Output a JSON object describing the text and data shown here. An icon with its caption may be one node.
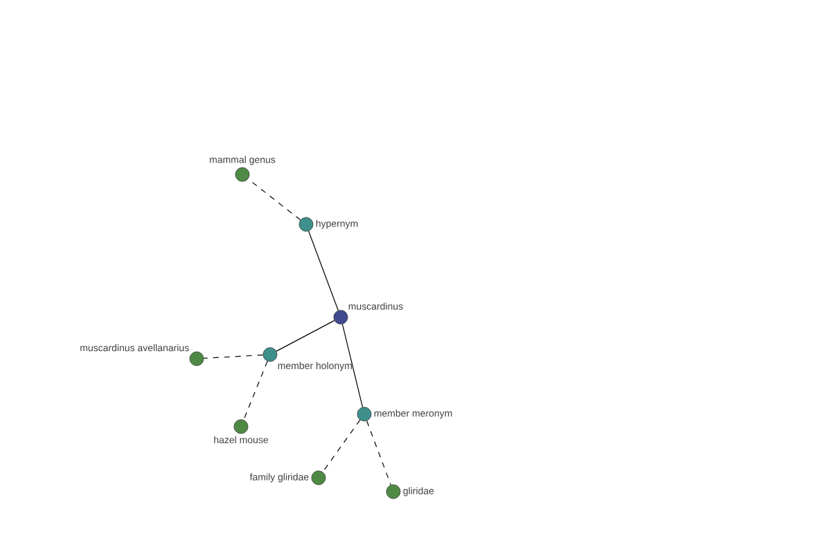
{
  "diagram": {
    "nodes": [
      {
        "text": [
          "mammal genus"
        ]
      },
      {
        "text": [
          "hypernym"
        ]
      },
      {
        "text": [
          "muscardinus"
        ]
      },
      {
        "text": [
          "muscardinus avellanarius"
        ]
      },
      {
        "text": [
          "member holonym"
        ]
      },
      {
        "text": [
          "hazel mouse"
        ]
      },
      {
        "text": [
          "member meronym"
        ]
      },
      {
        "text": [
          "family gliridae"
        ]
      },
      {
        "text": [
          "gliridae"
        ]
      }
    ],
    "edges": [
      {
        "from": 2,
        "to": 1,
        "arrow": "none"
      },
      {
        "from": 1,
        "to": 0,
        "arrow": "none",
        "style": "dashed"
      },
      {
        "from": 2,
        "to": 4,
        "arrow": "none"
      },
      {
        "from": 4,
        "to": 3,
        "arrow": "none",
        "style": "dashed"
      },
      {
        "from": 4,
        "to": 5,
        "arrow": "none",
        "style": "dashed"
      },
      {
        "from": 2,
        "to": 6,
        "arrow": "none"
      },
      {
        "from": 6,
        "to": 7,
        "arrow": "none",
        "style": "dashed"
      },
      {
        "from": 6,
        "to": 8,
        "arrow": "none",
        "style": "dashed"
      }
    ]
  }
}
